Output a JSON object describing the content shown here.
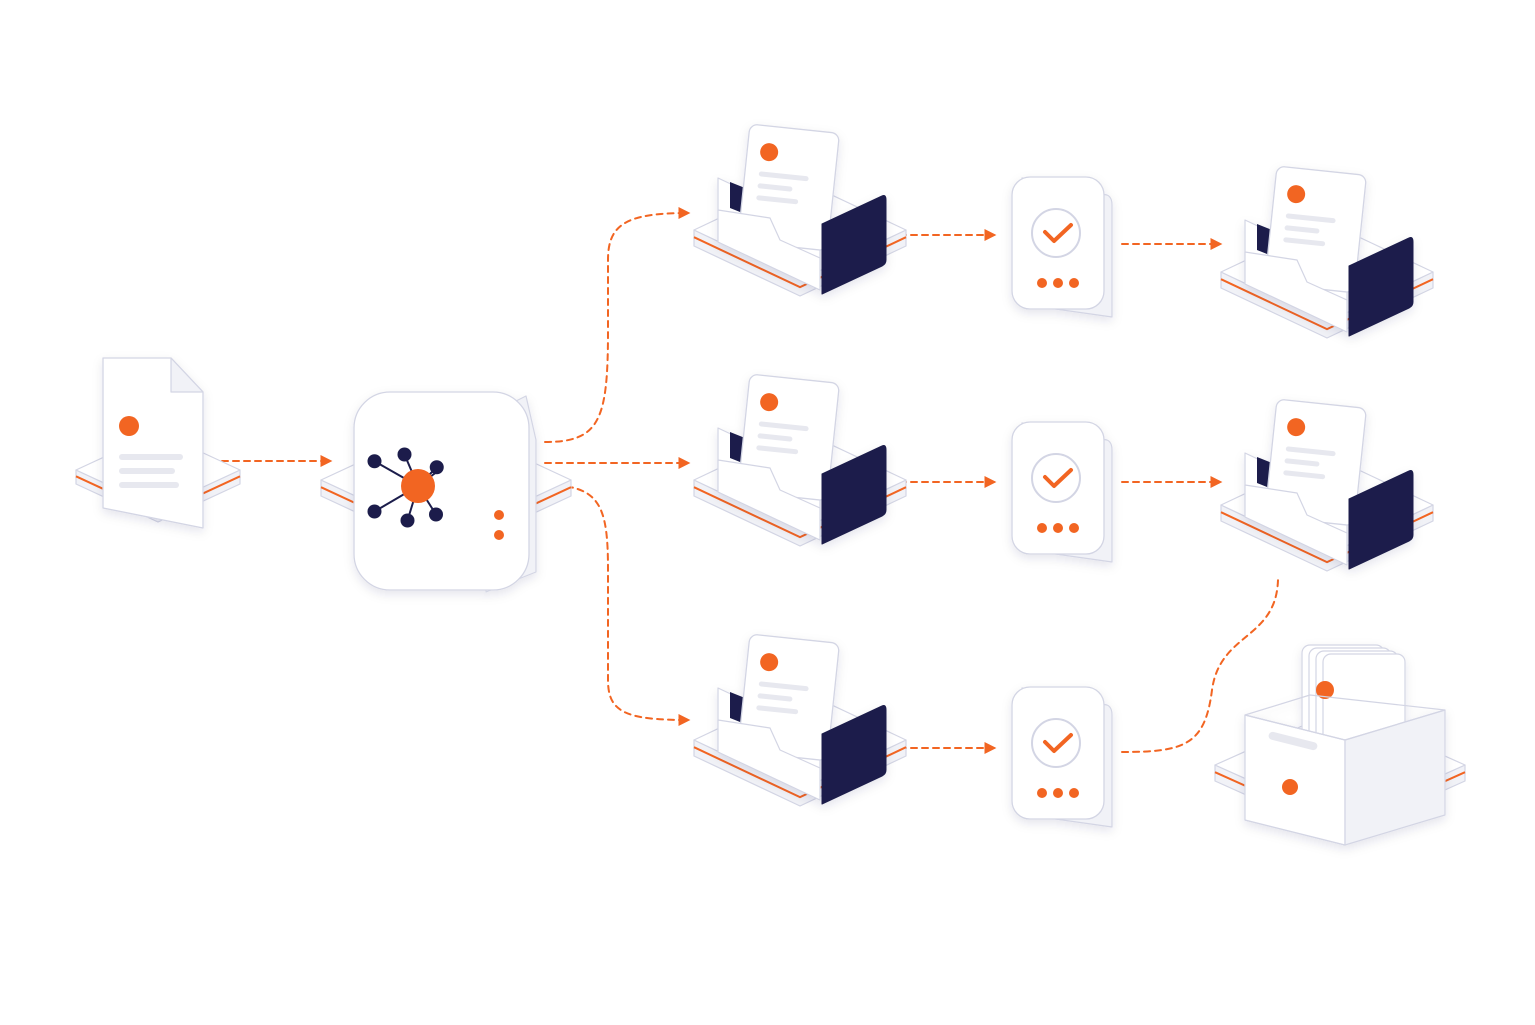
{
  "colors": {
    "background": "#ffffff",
    "accent": "#f26522",
    "navy": "#1b1f4b",
    "surface": "#ffffff",
    "surface_shade": "#f1f2f7",
    "outline": "#d3d5e4",
    "placeholder": "#e7e8ef"
  },
  "nodes": [
    {
      "id": "source-document",
      "kind": "document",
      "icon": "document-icon"
    },
    {
      "id": "distribution-hub",
      "kind": "hub",
      "icon": "network-hub-icon"
    },
    {
      "id": "inbox-tray-1",
      "kind": "tray",
      "icon": "inbox-tray-icon"
    },
    {
      "id": "inbox-tray-2",
      "kind": "tray",
      "icon": "inbox-tray-icon"
    },
    {
      "id": "inbox-tray-3",
      "kind": "tray",
      "icon": "inbox-tray-icon"
    },
    {
      "id": "approval-check-1",
      "kind": "approval",
      "icon": "check-badge-icon"
    },
    {
      "id": "approval-check-2",
      "kind": "approval",
      "icon": "check-badge-icon"
    },
    {
      "id": "approval-check-3",
      "kind": "approval",
      "icon": "check-badge-icon"
    },
    {
      "id": "outbox-tray-1",
      "kind": "tray",
      "icon": "inbox-tray-icon"
    },
    {
      "id": "outbox-tray-2",
      "kind": "tray",
      "icon": "inbox-tray-icon"
    },
    {
      "id": "archive-box",
      "kind": "archive",
      "icon": "archive-box-icon"
    }
  ],
  "edges": [
    {
      "from": "source-document",
      "to": "distribution-hub"
    },
    {
      "from": "distribution-hub",
      "to": "inbox-tray-1"
    },
    {
      "from": "distribution-hub",
      "to": "inbox-tray-2"
    },
    {
      "from": "distribution-hub",
      "to": "inbox-tray-3"
    },
    {
      "from": "inbox-tray-1",
      "to": "approval-check-1"
    },
    {
      "from": "inbox-tray-2",
      "to": "approval-check-2"
    },
    {
      "from": "inbox-tray-3",
      "to": "approval-check-3"
    },
    {
      "from": "approval-check-1",
      "to": "outbox-tray-1"
    },
    {
      "from": "approval-check-2",
      "to": "outbox-tray-2"
    },
    {
      "from": "approval-check-3",
      "to": "outbox-tray-2"
    }
  ]
}
